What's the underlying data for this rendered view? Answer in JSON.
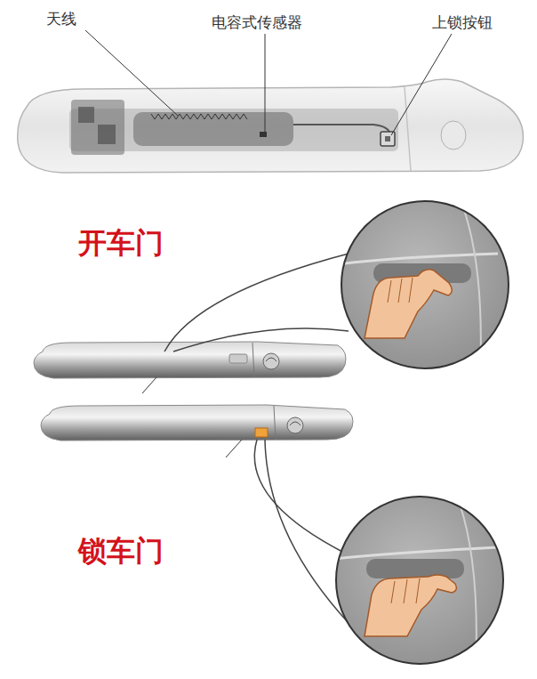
{
  "diagram": {
    "labels": [
      "天线",
      "电容式传感器",
      "上锁按钮",
      "开车门",
      "锁车门"
    ]
  }
}
